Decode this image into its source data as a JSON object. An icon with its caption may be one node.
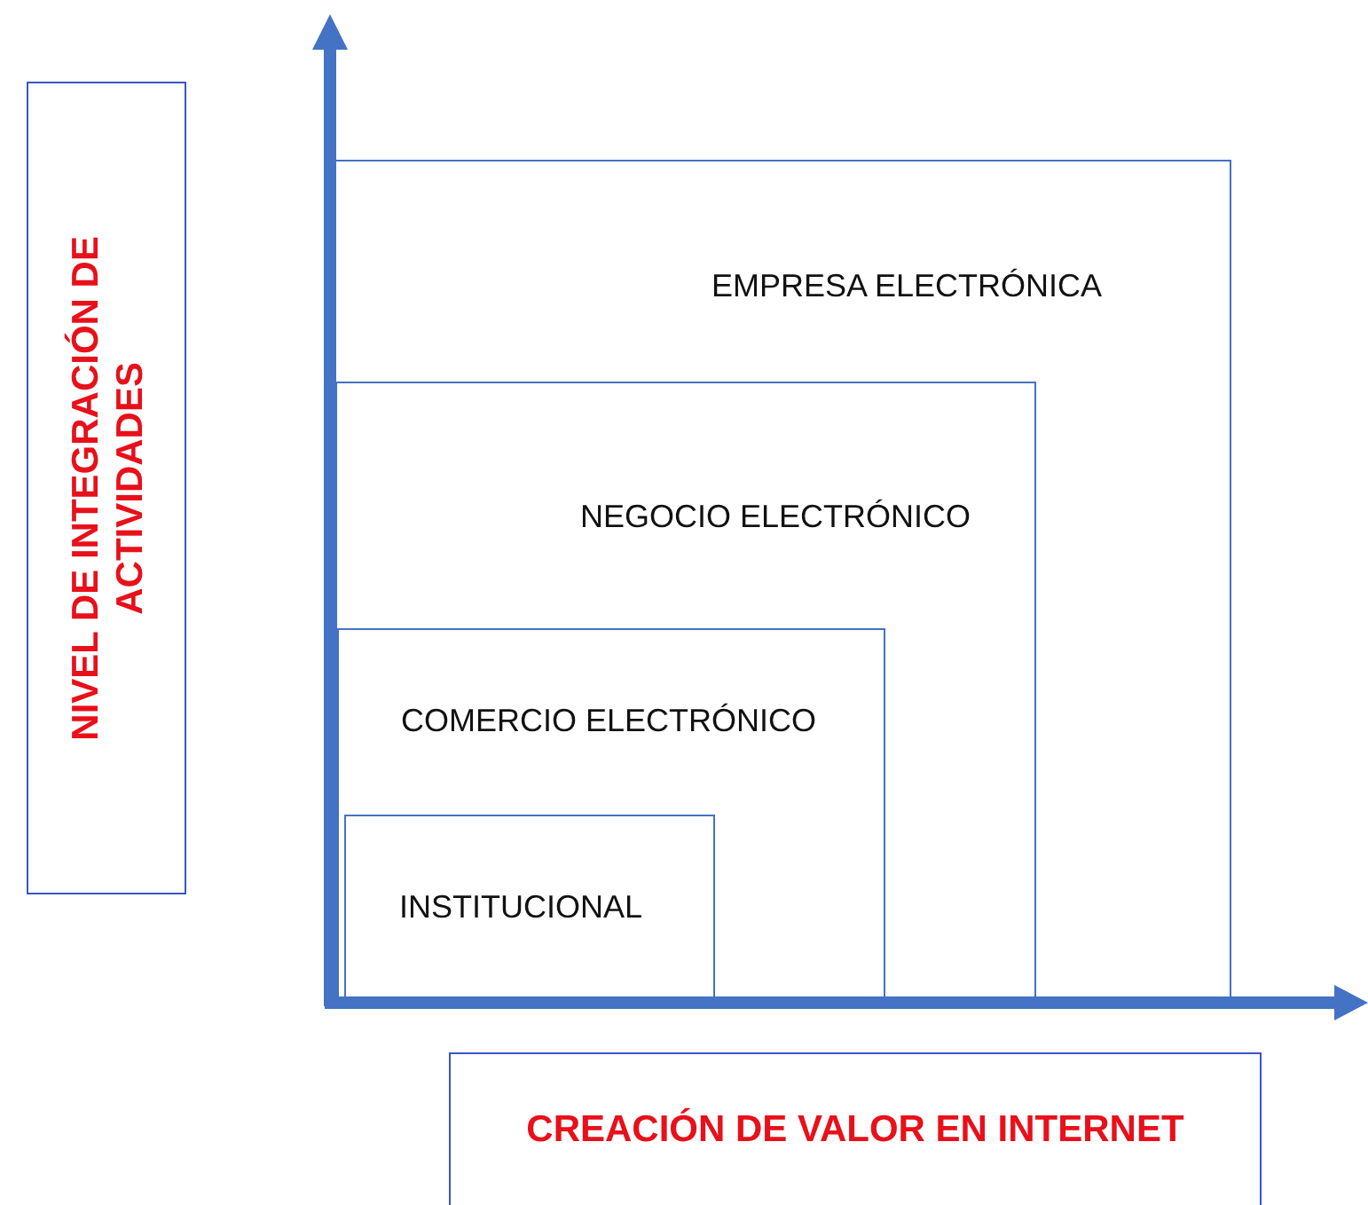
{
  "diagram": {
    "nodes": [
      {
        "text": [
          "NIVEL DE INTEGRACIÓN DE ACTIVIDADES"
        ]
      },
      {
        "text": [
          "EMPRESA ELECTRÓNICA"
        ]
      },
      {
        "text": [
          "NEGOCIO ELECTRÓNICO"
        ],
        "in": 1
      },
      {
        "text": [
          "COMERCIO ELECTRÓNICO"
        ],
        "in": 2
      },
      {
        "text": [
          "INSTITUCIONAL"
        ],
        "in": 3
      },
      {
        "text": [
          "CREACIÓN DE VALOR EN INTERNET"
        ]
      }
    ]
  }
}
